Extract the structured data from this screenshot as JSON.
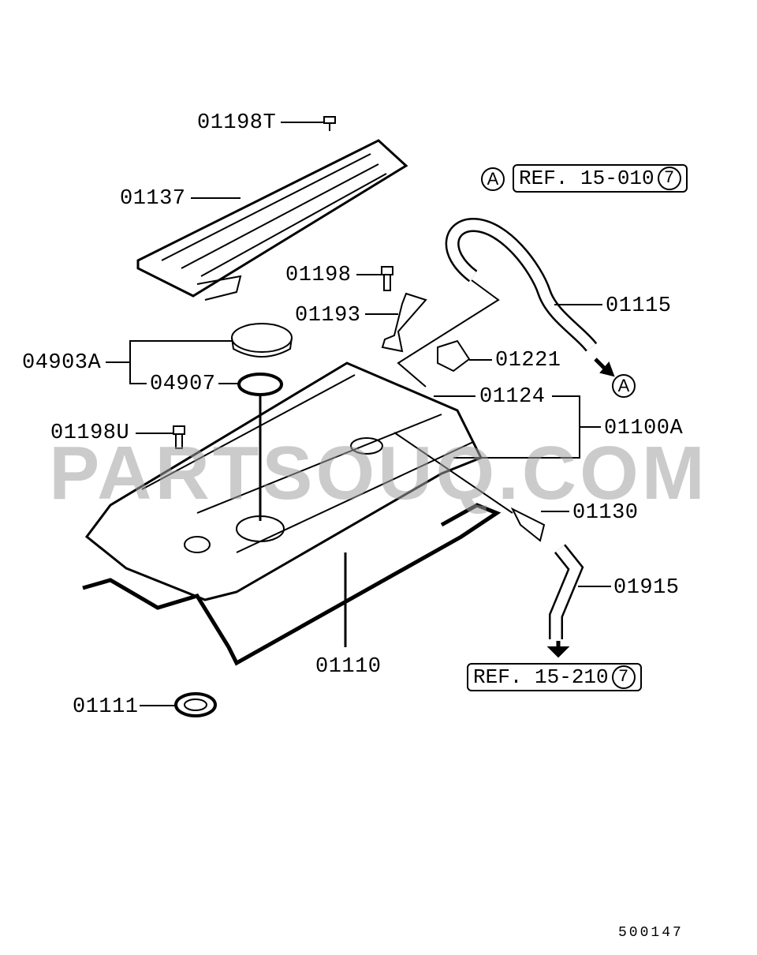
{
  "diagram": {
    "watermark": "PARTSOUQ.COM",
    "figure_number": "500147",
    "references": [
      {
        "marker": "A",
        "text": "REF. 15-010",
        "circled": "7"
      },
      {
        "text": "REF. 15-210",
        "circled": "7"
      }
    ],
    "connector_marker": "A",
    "part_labels": {
      "p01198T": "01198T",
      "p01137": "01137",
      "p01198": "01198",
      "p01115": "01115",
      "p01193": "01193",
      "p01221": "01221",
      "p04903A": "04903A",
      "p04907": "04907",
      "p01124": "01124",
      "p01100A": "01100A",
      "p01198U": "01198U",
      "p01130": "01130",
      "p01915": "01915",
      "p01110": "01110",
      "p01111": "01111"
    }
  }
}
